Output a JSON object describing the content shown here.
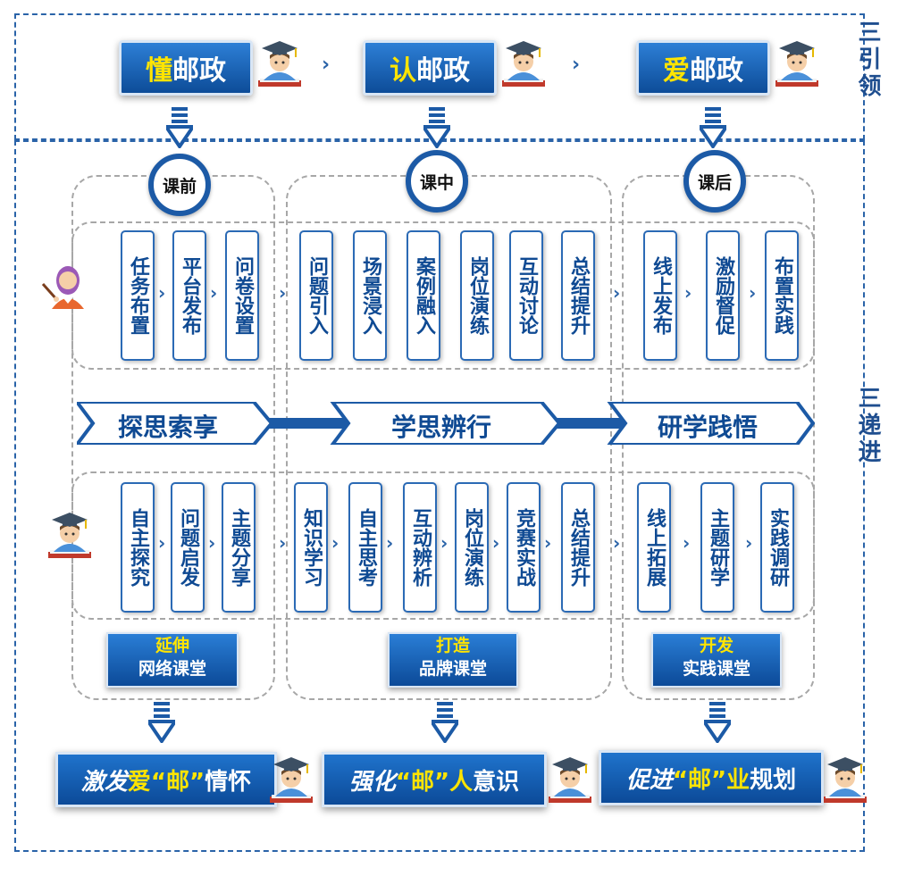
{
  "side_labels": {
    "top": "三引领",
    "bottom": "三递进"
  },
  "lead": [
    {
      "hl": "懂",
      "rest": "邮政"
    },
    {
      "hl": "认",
      "rest": "邮政"
    },
    {
      "hl": "爱",
      "rest": "邮政"
    }
  ],
  "phases": [
    "课前",
    "课中",
    "课后"
  ],
  "teacher_row": {
    "pre": [
      "任务布置",
      "平台发布",
      "问卷设置"
    ],
    "mid": [
      "问题引入",
      "场景浸入",
      "案例融入",
      "岗位演练",
      "互动讨论",
      "总结提升"
    ],
    "post": [
      "线上发布",
      "激励督促",
      "布置实践"
    ]
  },
  "bands": [
    "探思索享",
    "学思辨行",
    "研学践悟"
  ],
  "student_row": {
    "pre": [
      "自主探究",
      "问题启发",
      "主题分享"
    ],
    "mid": [
      "知识学习",
      "自主思考",
      "互动辨析",
      "岗位演练",
      "竞赛实战",
      "总结提升"
    ],
    "post": [
      "线上拓展",
      "主题研学",
      "实践调研"
    ]
  },
  "classes": [
    {
      "line1": "延伸",
      "line2": "网络课堂"
    },
    {
      "line1": "打造",
      "line2": "品牌课堂"
    },
    {
      "line1": "开发",
      "line2": "实践课堂"
    }
  ],
  "outcomes": [
    {
      "pre": "激发",
      "hl": "爱“邮”",
      "post": "情怀"
    },
    {
      "pre": "强化",
      "hl": "“邮”人",
      "post": "意识"
    },
    {
      "pre": "促进",
      "hl": "“邮”业",
      "post": "规划"
    }
  ],
  "colors": {
    "brand": "#0f4a93",
    "highlight": "#ffe400",
    "dash": "#2a63a8"
  },
  "icons": [
    "graduate-icon",
    "teacher-icon",
    "down-arrow-icon"
  ]
}
